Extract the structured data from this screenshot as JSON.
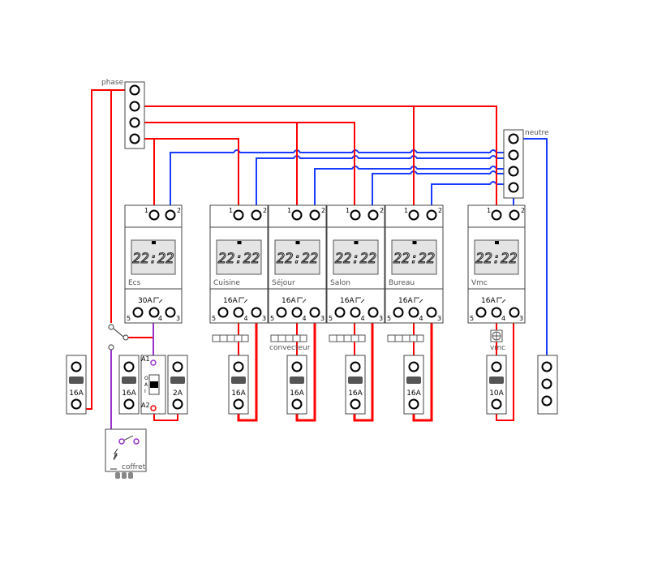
{
  "labels": {
    "phase": "phase",
    "neutre": "neutre",
    "convecteur": "convecteur",
    "vmc": "vmc",
    "coffret": "coffret",
    "a1": "A1",
    "a2": "A2",
    "oai": [
      "O",
      "A",
      "I"
    ]
  },
  "clock_display": "22:22",
  "timers": [
    {
      "name": "Ecs",
      "rating": "30A"
    },
    {
      "name": "Cuisine",
      "rating": "16A"
    },
    {
      "name": "Séjour",
      "rating": "16A"
    },
    {
      "name": "Salon",
      "rating": "16A"
    },
    {
      "name": "Bureau",
      "rating": "16A"
    },
    {
      "name": "Vmc",
      "rating": "16A"
    }
  ],
  "terminal_numbers": {
    "in_phase": "1",
    "in_neutral": "2",
    "out_5": "5",
    "out_4": "4",
    "out_3": "3"
  },
  "breakers": [
    "16A",
    "16A",
    "2A",
    "16A",
    "16A",
    "16A",
    "16A",
    "10A"
  ],
  "colors": {
    "phase": "#ff0000",
    "neutral": "#1a3cff",
    "control": "#9933cc",
    "outline": "#444444"
  }
}
